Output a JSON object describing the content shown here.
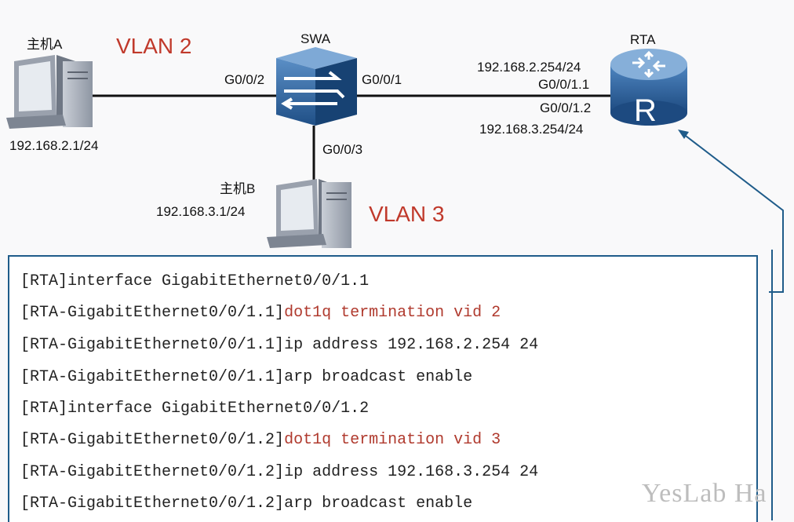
{
  "devices": {
    "host_a": {
      "name": "主机A",
      "ip": "192.168.2.1/24"
    },
    "host_b": {
      "name": "主机B",
      "ip": "192.168.3.1/24"
    },
    "switch": {
      "name": "SWA",
      "ports": [
        "G0/0/2",
        "G0/0/1",
        "G0/0/3"
      ]
    },
    "router": {
      "name": "RTA",
      "letter": "R",
      "subif1": "G0/0/1.1",
      "subif1_ip": "192.168.2.254/24",
      "subif2": "G0/0/1.2",
      "subif2_ip": "192.168.3.254/24"
    }
  },
  "vlans": {
    "vlan2": "VLAN 2",
    "vlan3": "VLAN 3"
  },
  "colors": {
    "vlan_label": "#c0392b",
    "frame_border": "#1f5c8a",
    "command_highlight": "#b03a2e"
  },
  "cli": [
    {
      "prompt": "[RTA]",
      "command": "interface GigabitEthernet0/0/1.1",
      "highlight": false
    },
    {
      "prompt": "[RTA-GigabitEthernet0/0/1.1]",
      "command": "dot1q termination vid 2",
      "highlight": true
    },
    {
      "prompt": "[RTA-GigabitEthernet0/0/1.1]",
      "command": "ip address 192.168.2.254 24",
      "highlight": false
    },
    {
      "prompt": "[RTA-GigabitEthernet0/0/1.1]",
      "command": "arp broadcast enable",
      "highlight": false
    },
    {
      "prompt": "[RTA]",
      "command": "interface GigabitEthernet0/0/1.2",
      "highlight": false
    },
    {
      "prompt": "[RTA-GigabitEthernet0/0/1.2]",
      "command": "dot1q termination vid 3",
      "highlight": true
    },
    {
      "prompt": "[RTA-GigabitEthernet0/0/1.2]",
      "command": "ip address 192.168.3.254 24",
      "highlight": false
    },
    {
      "prompt": "[RTA-GigabitEthernet0/0/1.2]",
      "command": "arp broadcast enable",
      "highlight": false
    }
  ],
  "watermark": "YesLab Ha"
}
